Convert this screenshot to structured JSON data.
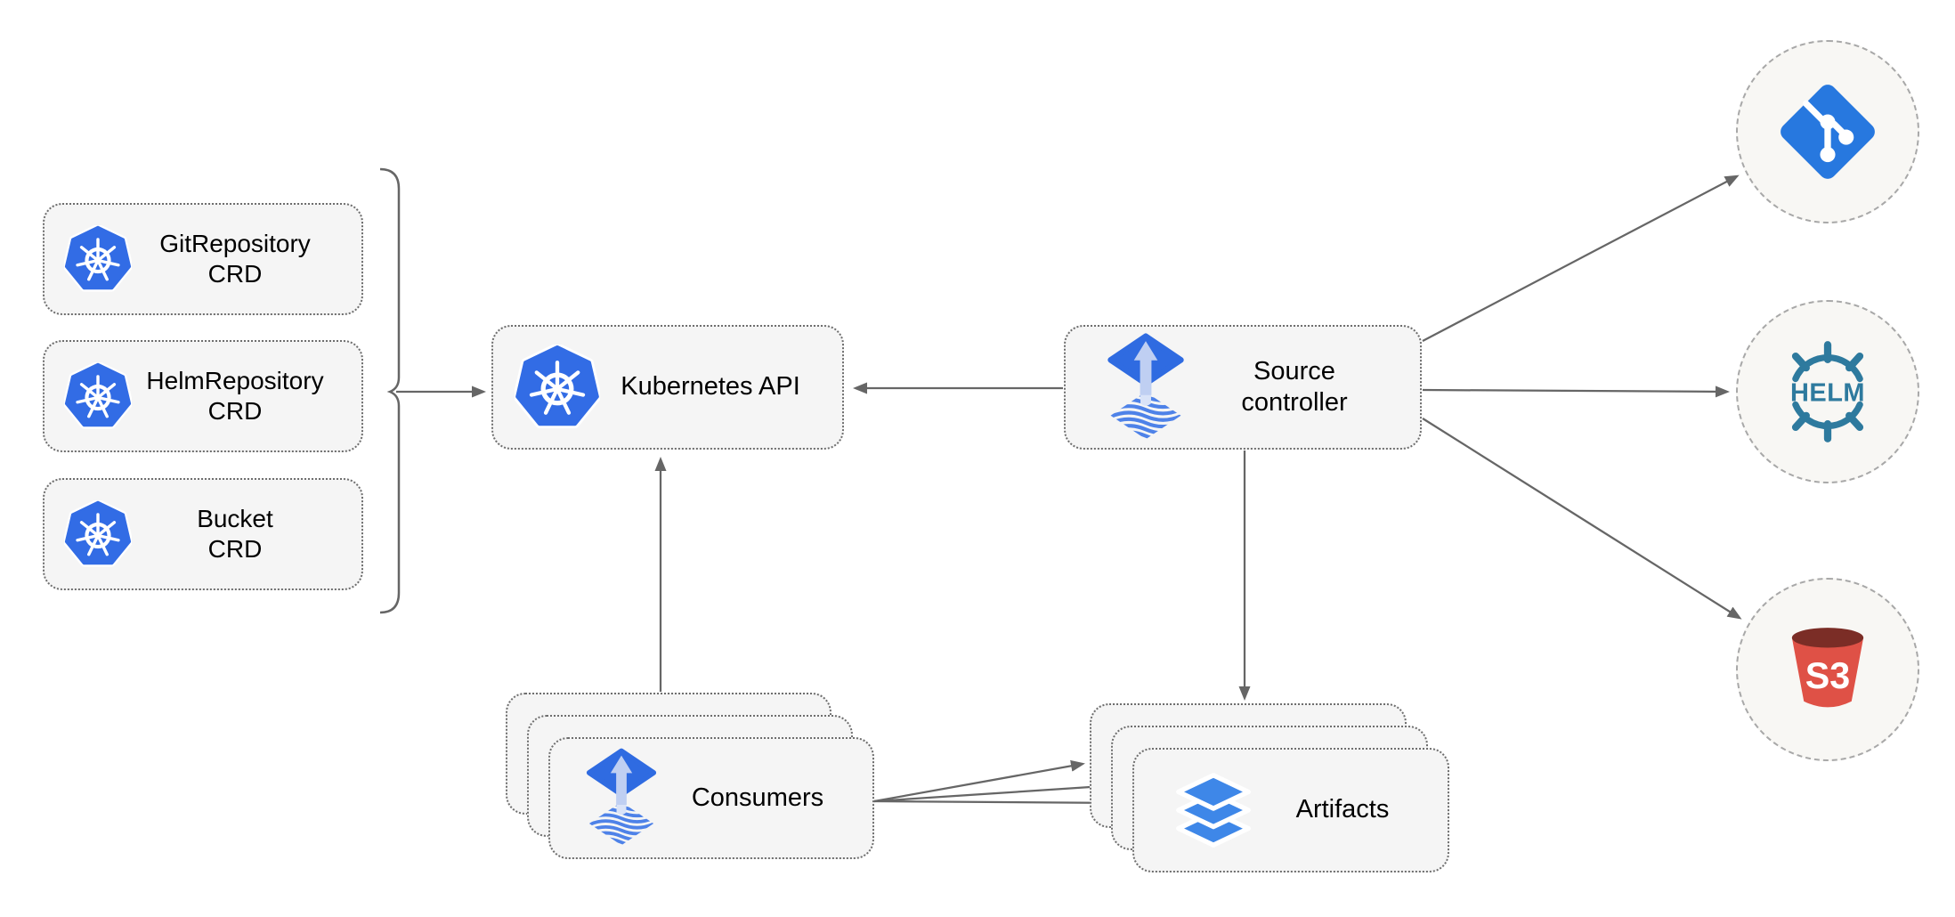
{
  "colors": {
    "k8s-blue": "#326CE5",
    "flux-blue": "#2F6BE1",
    "flux-arrow-light": "#BFCFF2",
    "flux-tail-light": "#D9E3F8",
    "flux-wave-blue": "#4E82E8",
    "git-blue": "#2778DF",
    "helm-teal": "#2E7A9E",
    "s3-red": "#DF5146",
    "s3-dark-red": "#7B2D26",
    "layers-blue": "#3E87E8",
    "node-fill": "#F5F5F5",
    "node-border": "#6E6E6E",
    "circle-fill": "#F8F7F4",
    "circle-border": "#A8A8A8",
    "edge-gray": "#666666",
    "label-text": "#000000"
  },
  "nodes": {
    "crd_boxes": [
      {
        "label": "GitRepository\nCRD",
        "icon": "kubernetes-icon"
      },
      {
        "label": "HelmRepository\nCRD",
        "icon": "kubernetes-icon"
      },
      {
        "label": "Bucket\nCRD",
        "icon": "kubernetes-icon"
      }
    ],
    "kubernetes_api": {
      "label": "Kubernetes API",
      "icon": "kubernetes-icon"
    },
    "source_controller": {
      "label": "Source\ncontroller",
      "icon": "flux-icon"
    },
    "consumers": {
      "label": "Consumers",
      "icon": "flux-icon",
      "stacked": true
    },
    "artifacts": {
      "label": "Artifacts",
      "icon": "layers-icon",
      "stacked": true
    },
    "external_sources": [
      {
        "id": "git-repository",
        "icon": "git-icon"
      },
      {
        "id": "helm-repository",
        "icon": "helm-icon",
        "logo_text": "HELM"
      },
      {
        "id": "s3-bucket",
        "icon": "s3-icon",
        "logo_text": "S3"
      }
    ]
  }
}
